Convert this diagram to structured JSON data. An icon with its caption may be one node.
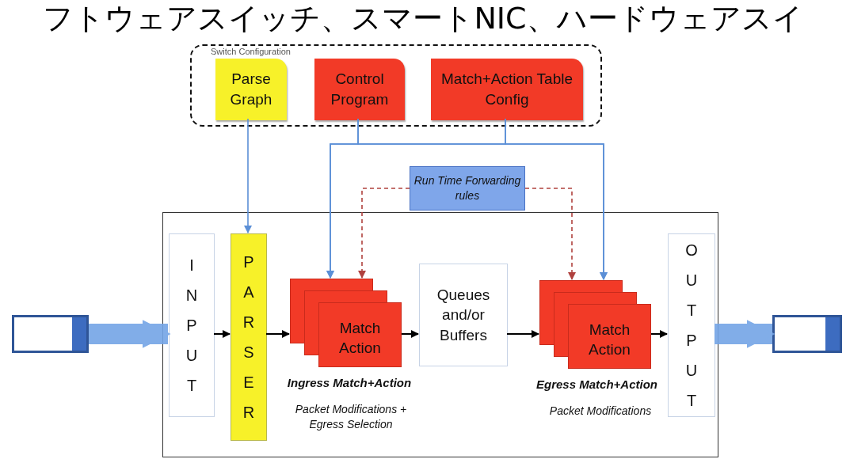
{
  "diagram": {
    "title": "フトウェアスイッチ、スマートNIC、ハードウェアスイ",
    "nodes": [
      {
        "text": [
          "Switch Configuration"
        ]
      },
      {
        "text": [
          "Parse Graph"
        ],
        "in": 0
      },
      {
        "text": [
          "Control Program"
        ],
        "in": 0
      },
      {
        "text": [
          "Match+Action Table Config"
        ],
        "in": 0
      },
      {
        "text": [
          "Run Time Forwarding rules"
        ]
      },
      {
        "text": [],
        "shape": "box"
      },
      {
        "text": [
          "INPUT"
        ],
        "in": 5
      },
      {
        "text": [
          "PARSER"
        ],
        "in": 5
      },
      {
        "text": [
          "Match Action"
        ],
        "in": 5,
        "beside": [
          "Ingress Match+Action",
          "Packet Modifications + Egress Selection"
        ]
      },
      {
        "text": [
          "Queues and/or Buffers"
        ],
        "in": 5
      },
      {
        "text": [
          "Match Action"
        ],
        "in": 5,
        "beside": [
          "Egress Match+Action",
          "Packet Modifications"
        ]
      },
      {
        "text": [
          "OUTPUT"
        ],
        "in": 5
      },
      {
        "text": [],
        "shape": "box"
      },
      {
        "text": [],
        "shape": "box"
      }
    ],
    "edges": [
      {
        "from": 1,
        "to": 7,
        "arrow": "to"
      },
      {
        "from": 2,
        "to": 8,
        "arrow": "to"
      },
      {
        "from": 2,
        "to": 10,
        "arrow": "to"
      },
      {
        "from": 3,
        "to": 8,
        "arrow": "to"
      },
      {
        "from": 3,
        "to": 10,
        "arrow": "to"
      },
      {
        "from": 4,
        "to": 8,
        "arrow": "to",
        "style": "dashed",
        "color": "#b0413e"
      },
      {
        "from": 4,
        "to": 10,
        "arrow": "to",
        "style": "dashed",
        "color": "#b0413e"
      },
      {
        "from": 12,
        "to": 6,
        "arrow": "to",
        "style": "thick",
        "color": "#74a5e6"
      },
      {
        "from": 6,
        "to": 7,
        "arrow": "to",
        "color": "#000000"
      },
      {
        "from": 7,
        "to": 8,
        "arrow": "to",
        "color": "#000000"
      },
      {
        "from": 8,
        "to": 9,
        "arrow": "to",
        "color": "#000000"
      },
      {
        "from": 9,
        "to": 10,
        "arrow": "to",
        "color": "#000000"
      },
      {
        "from": 10,
        "to": 11,
        "arrow": "to",
        "color": "#000000"
      },
      {
        "from": 11,
        "to": 13,
        "arrow": "to",
        "style": "thick",
        "color": "#74a5e6"
      }
    ]
  }
}
